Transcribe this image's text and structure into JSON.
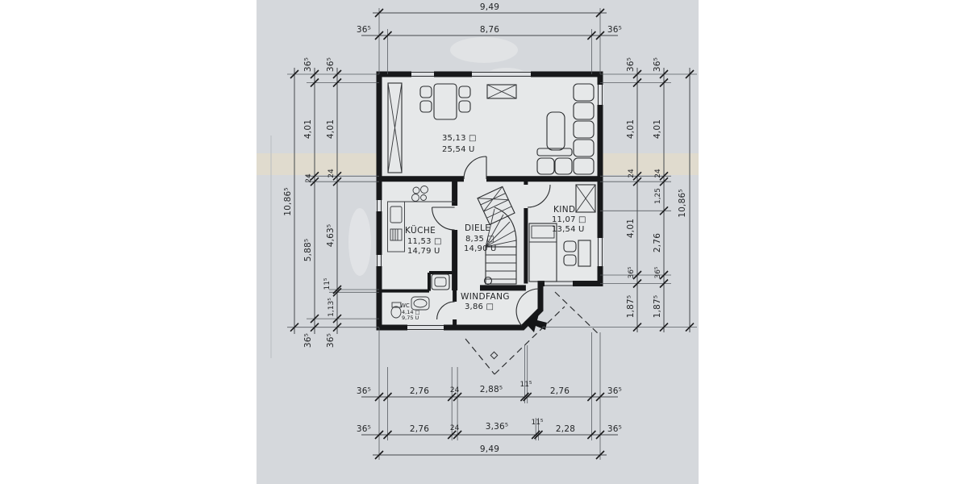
{
  "scan": {
    "paper_color": "#d5d8dc",
    "band_color": "#eadfc2",
    "room_fill": "#e6e8e9",
    "line_color": "#232527"
  },
  "rooms": {
    "living": {
      "area_label": "35,13 □",
      "perimeter_label": "25,54 U"
    },
    "kueche": {
      "name": "KÜCHE",
      "area_label": "11,53 □",
      "perimeter_label": "14,79 U"
    },
    "diele": {
      "name": "DIELE",
      "area_label": "8,35 □",
      "perimeter_label": "14,90 U"
    },
    "kind": {
      "name": "KIND",
      "area_label": "11,07 □",
      "perimeter_label": "13,54 U"
    },
    "windfang": {
      "name": "WINDFANG",
      "area_label": "3,86 □"
    },
    "wc": {
      "name": "WC",
      "area_label": "4,14 □",
      "perimeter_label": "9,75 U"
    }
  },
  "dims": {
    "top": {
      "overall": "9,49",
      "inner": "8,76",
      "wall_left": "36⁵",
      "wall_right": "36⁵"
    },
    "bottom": {
      "row1": [
        "36⁵",
        "2,76",
        "24",
        "2,88⁵",
        "11⁵",
        "2,76",
        "36⁵"
      ],
      "row2": [
        "36⁵",
        "2,76",
        "24",
        "3,36⁵",
        "11⁵",
        "2,28",
        "36⁵"
      ],
      "overall": "9,49"
    },
    "left": {
      "overall": "10,86⁵",
      "outer_chain": [
        "36⁵",
        "4,01",
        "24",
        "5,88⁵",
        "36⁵"
      ],
      "inner_chain": [
        "36⁵",
        "4,01",
        "24",
        "4,63⁵",
        "11⁵",
        "1,13⁵",
        "36⁵"
      ]
    },
    "right": {
      "overall": "10,86⁵",
      "inner_chain": [
        "36⁵",
        "4,01",
        "24",
        "4,01",
        "36⁵",
        "1,87⁵"
      ],
      "outer_chain": [
        "36⁵",
        "4,01",
        "24",
        "1,25",
        "2,76",
        "36⁵",
        "1,87⁵"
      ]
    }
  }
}
